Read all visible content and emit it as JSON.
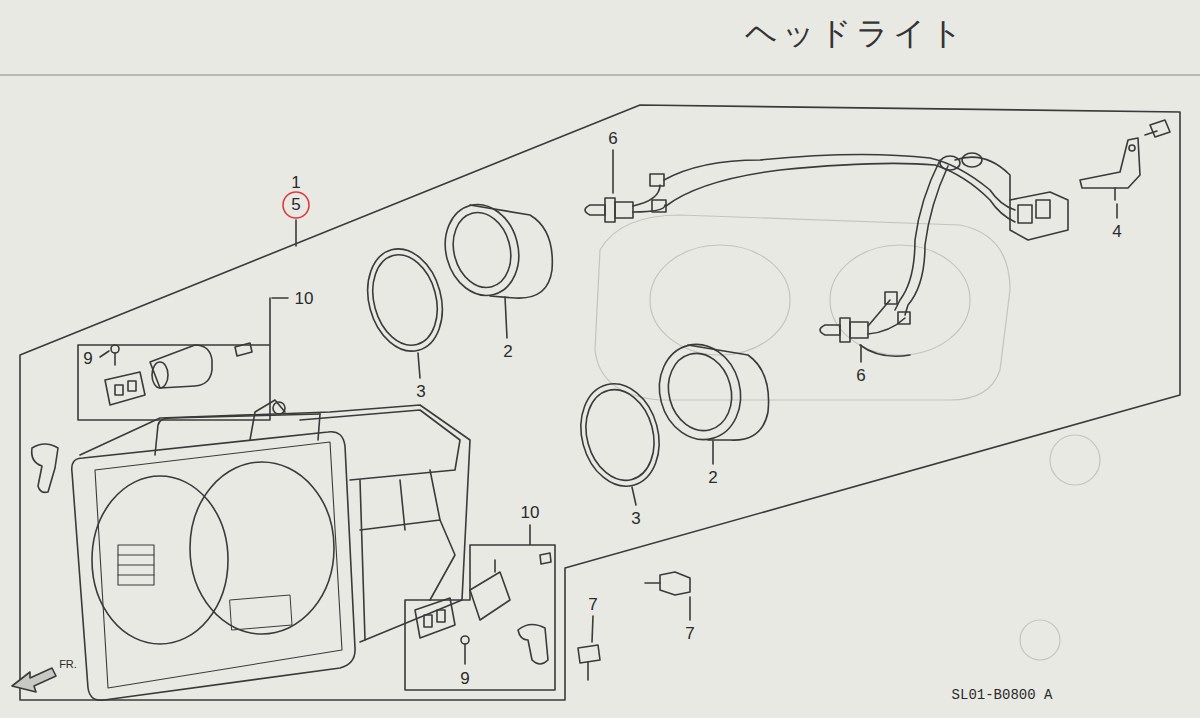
{
  "diagram": {
    "title": "ヘッドライト",
    "labels": [
      "1",
      "5",
      "10",
      "9",
      "3",
      "2",
      "6",
      "4",
      "6",
      "2",
      "3",
      "10",
      "9",
      "7",
      "7",
      "FR.",
      "SL01-B0800 A"
    ]
  }
}
